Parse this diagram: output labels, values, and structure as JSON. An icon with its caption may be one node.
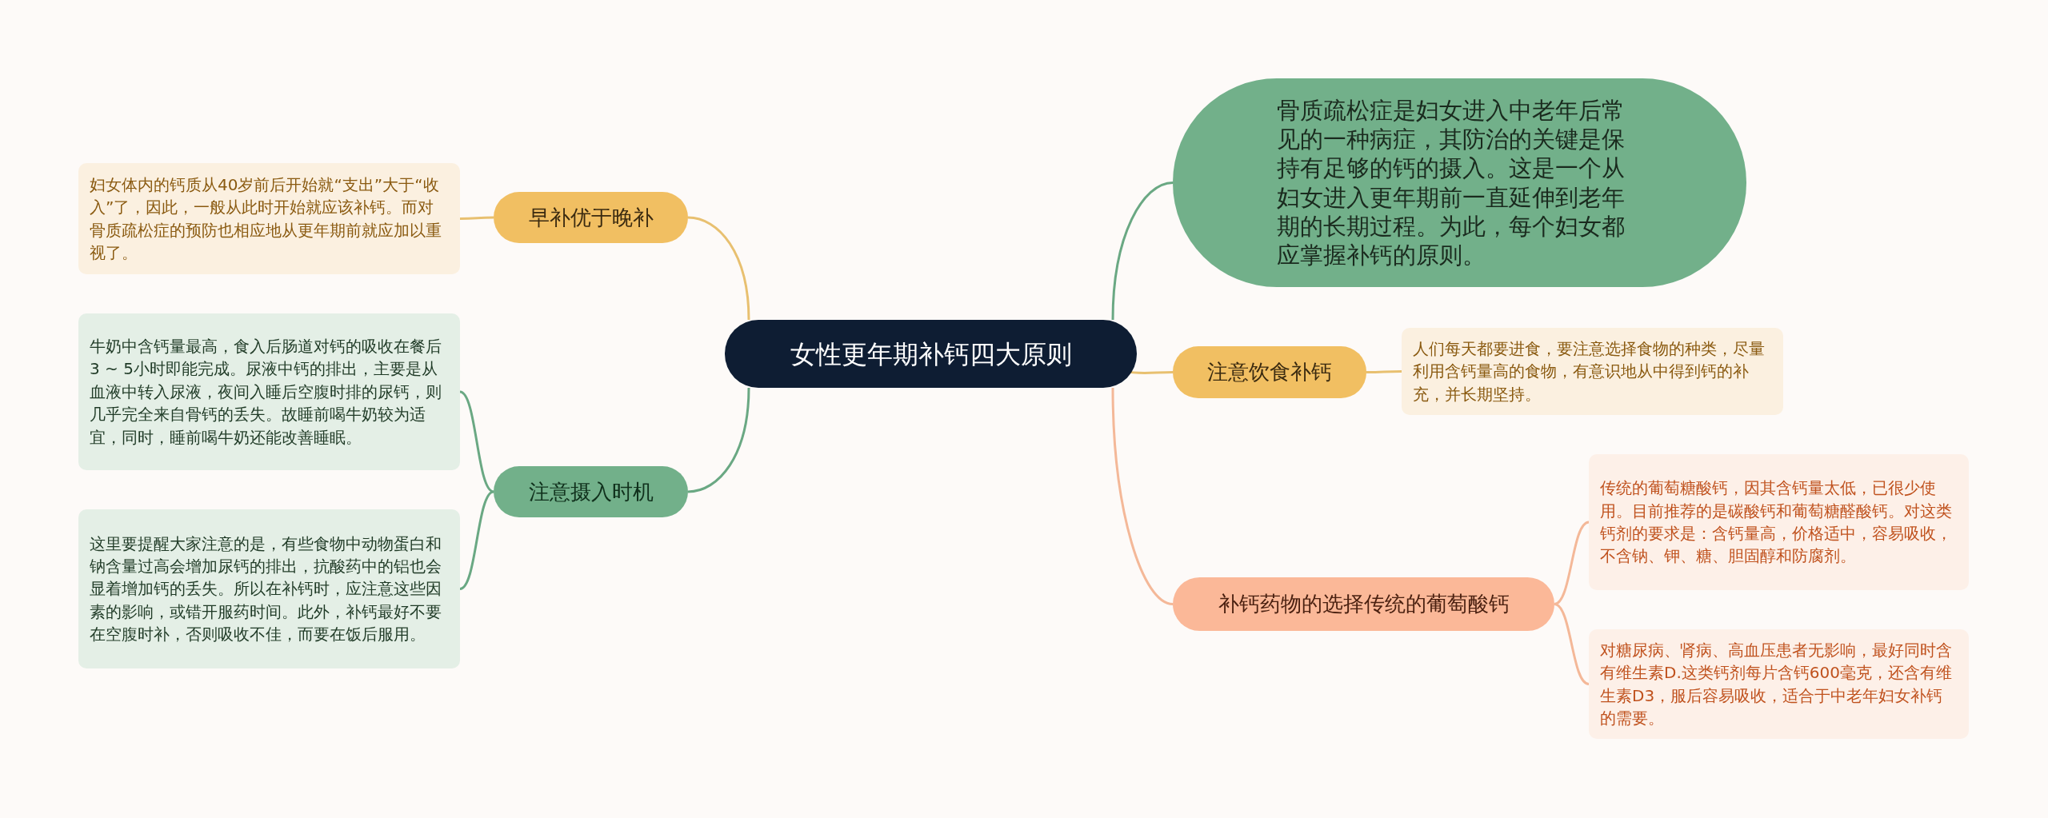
{
  "diagram": {
    "nodes": [
      {
        "text": [
          "女性更年期补钙四大原则"
        ]
      },
      {
        "text": [
          "早补优于晚补"
        ]
      },
      {
        "text": [
          "妇女体内的钙质从40岁前后开始就“支出”大于“收入”了，因此，一般从此时开始就应该补钙。而对骨质疏松症的预防也相应地从更年期前就应加以重视了。"
        ]
      },
      {
        "text": [
          "注意摄入时机"
        ]
      },
      {
        "text": [
          "牛奶中含钙量最高，食入后肠道对钙的吸收在餐后3 ~ 5小时即能完成。尿液中钙的排出，主要是从血液中转入尿液，夜间入睡后空腹时排的尿钙，则几乎完全来自骨钙的丢失。故睡前喝牛奶较为适宜，同时，睡前喝牛奶还能改善睡眠。"
        ]
      },
      {
        "text": [
          "这里要提醒大家注意的是，有些食物中动物蛋白和钠含量过高会增加尿钙的排出，抗酸药中的铝也会显着增加钙的丢失。所以在补钙时，应注意这些因素的影响，或错开服药时间。此外，补钙最好不要在空腹时补，否则吸收不佳，而要在饭后服用。"
        ]
      },
      {
        "text": [
          "骨质疏松症是妇女进入中老年后常见的一种病症，其防治的关键是保持有足够的钙的摄入。这是一个从妇女进入更年期前一直延伸到老年期的长期过程。为此，每个妇女都应掌握补钙的原则。"
        ]
      },
      {
        "text": [
          "注意饮食补钙"
        ]
      },
      {
        "text": [
          "人们每天都要进食，要注意选择食物的种类，尽量利用含钙量高的食物，有意识地从中得到钙的补充，并长期坚持。"
        ]
      },
      {
        "text": [
          "补钙药物的选择传统的葡萄酸钙"
        ]
      },
      {
        "text": [
          "传统的葡萄糖酸钙，因其含钙量太低，已很少使用。目前推荐的是碳酸钙和葡萄糖醛酸钙。对这类钙剂的要求是：含钙量高，价格适中，容易吸收，不含钠、钾、糖、胆固醇和防腐剂。"
        ]
      },
      {
        "text": [
          "对糖尿病、肾病、高血压患者无影响，最好同时含有维生素D.这类钙剂每片含钙600毫克，还含有维生素D3，服后容易吸收，适合于中老年妇女补钙的需要。"
        ]
      }
    ],
    "edges": [
      {
        "from": 0,
        "to": 1,
        "arrow": "none",
        "color": "#e8c070"
      },
      {
        "from": 1,
        "to": 2,
        "arrow": "none",
        "color": "#e8c070"
      },
      {
        "from": 0,
        "to": 3,
        "arrow": "none",
        "color": "#6aa883"
      },
      {
        "from": 3,
        "to": 4,
        "arrow": "none",
        "color": "#6aa883"
      },
      {
        "from": 3,
        "to": 5,
        "arrow": "none",
        "color": "#6aa883"
      },
      {
        "from": 0,
        "to": 6,
        "arrow": "none",
        "color": "#6aa883"
      },
      {
        "from": 0,
        "to": 7,
        "arrow": "none",
        "color": "#e8c070"
      },
      {
        "from": 7,
        "to": 8,
        "arrow": "none",
        "color": "#e8c070"
      },
      {
        "from": 0,
        "to": 9,
        "arrow": "none",
        "color": "#f4b898"
      },
      {
        "from": 9,
        "to": 10,
        "arrow": "none",
        "color": "#f4b898"
      },
      {
        "from": 9,
        "to": 11,
        "arrow": "none",
        "color": "#f4b898"
      }
    ]
  }
}
